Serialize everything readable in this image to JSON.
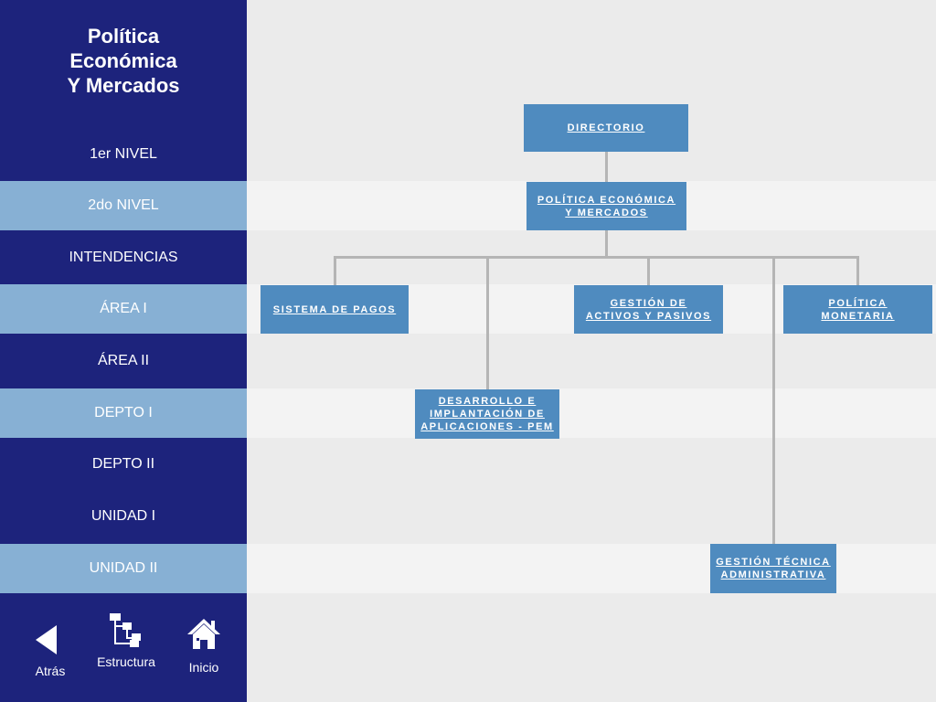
{
  "sidebar": {
    "title_lines": [
      "Política",
      "Económica",
      "Y Mercados"
    ],
    "levels": [
      "1er NIVEL",
      "2do NIVEL",
      "INTENDENCIAS",
      "ÁREA I",
      "ÁREA II",
      "DEPTO I",
      "DEPTO II",
      "UNIDAD I",
      "UNIDAD II"
    ]
  },
  "nav": {
    "back": "Atrás",
    "structure": "Estructura",
    "home": "Inicio"
  },
  "colors": {
    "sidebar_bg": "#1d237c",
    "highlight_row": "#87b0d4",
    "box_fill": "#4f8bbf",
    "connector": "#b5b5b5"
  },
  "orgchart": {
    "directorio": "DIRECTORIO",
    "politica_economica": "POLÍTICA ECONÓMICA \nY MERCADOS",
    "sistema_pagos": "SISTEMA DE PAGOS",
    "gestion_activos": "GESTIÓN  DE \nACTIVOS Y PASIVOS",
    "politica_monetaria": "POLÍTICA \nMONETARIA ",
    "desarrollo": "DESARROLLO E \nIMPLANTACIÓN DE \nAPLICACIONES - PEM",
    "gestion_tecnica": "GESTIÓN TÉCNICA \nADMINISTRATIVA"
  }
}
